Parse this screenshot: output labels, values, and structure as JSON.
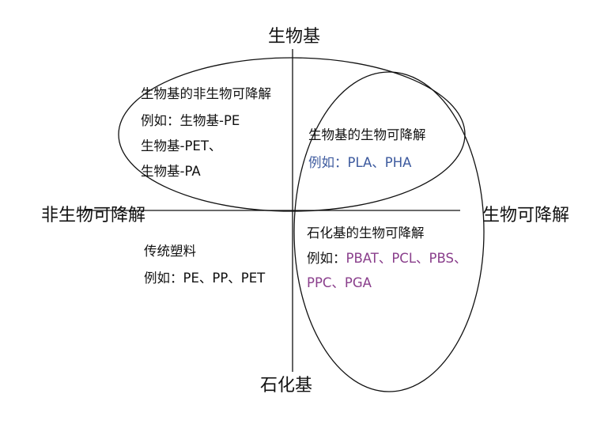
{
  "axes": {
    "top": "生物基",
    "bottom": "石化基",
    "left": "非生物可降解",
    "right": "生物可降解"
  },
  "quadrants": {
    "bio_nonbiodegradable": {
      "title": "生物基的非生物可降解",
      "prefix": "例如：",
      "lines": [
        "生物基-PE",
        "生物基-PET、",
        "生物基-PA"
      ]
    },
    "bio_biodegradable": {
      "title": "生物基的生物可降解",
      "prefix": "例如：",
      "lines": [
        "PLA、PHA"
      ]
    },
    "petro_biodegradable": {
      "title": "石化基的生物可降解",
      "prefix": "例如：",
      "lines": [
        "PBAT、PCL、PBS、",
        "PPC、PGA"
      ]
    },
    "traditional": {
      "title": "传统塑料",
      "prefix": "例如：",
      "lines": [
        "PE、PP、PET"
      ]
    }
  },
  "colors": {
    "bio_biodegradable": "#3d5a9e",
    "petro_biodegradable": "#8a3f8c",
    "default": "#111111"
  }
}
